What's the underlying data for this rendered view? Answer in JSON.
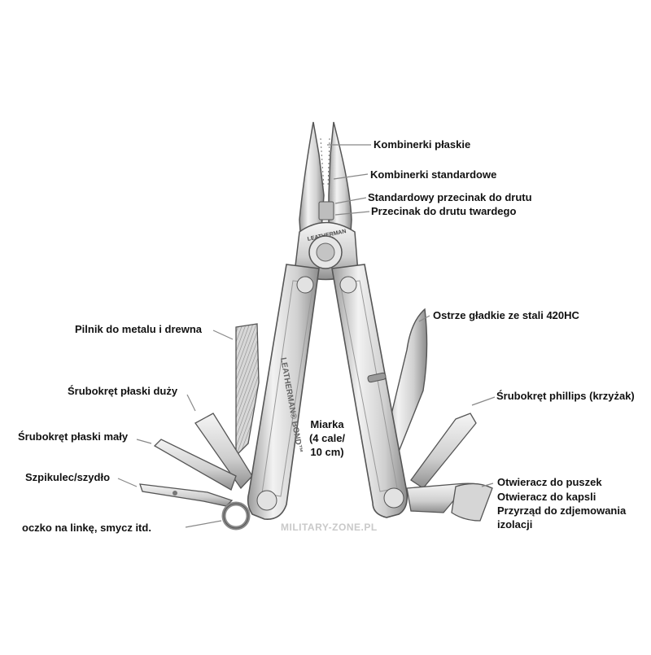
{
  "labels": {
    "kombinerki_plaskie": "Kombinerki płaskie",
    "kombinerki_standardowe": "Kombinerki standardowe",
    "standardowy_przecinak": "Standardowy przecinak do drutu",
    "przecinak_twardy": "Przecinak do drutu twardego",
    "ostrze": "Ostrze gładkie ze stali 420HC",
    "pilnik": "Pilnik do metalu i drewna",
    "srubokret_duzy": "Śrubokręt płaski duży",
    "srubokret_phillips": "Śrubokręt phillips (krzyżak)",
    "srubokret_maly": "Śrubokręt płaski mały",
    "miarka_1": "Miarka",
    "miarka_2": "(4 cale/",
    "miarka_3": "10 cm)",
    "szpikulec": "Szpikulec/szydło",
    "otwieracz_puszek": "Otwieracz do puszek",
    "otwieracz_kapsli": "Otwieracz do kapsli",
    "przyrzad_1": "Przyrząd do zdjemowania",
    "przyrzad_2": "izolacji",
    "oczko": "oczko na linkę, smycz itd."
  },
  "tool": {
    "brand_text": "LEATHERMAN® BOND™",
    "pivot_text": "LEATHERMAN"
  },
  "watermark": "MILITARY-ZONE.PL",
  "colors": {
    "steel_light": "#eeeeee",
    "steel_mid": "#c8c8c8",
    "steel_dark": "#8a8a8a",
    "outline": "#555555",
    "leader": "#888888",
    "text": "#111111"
  }
}
